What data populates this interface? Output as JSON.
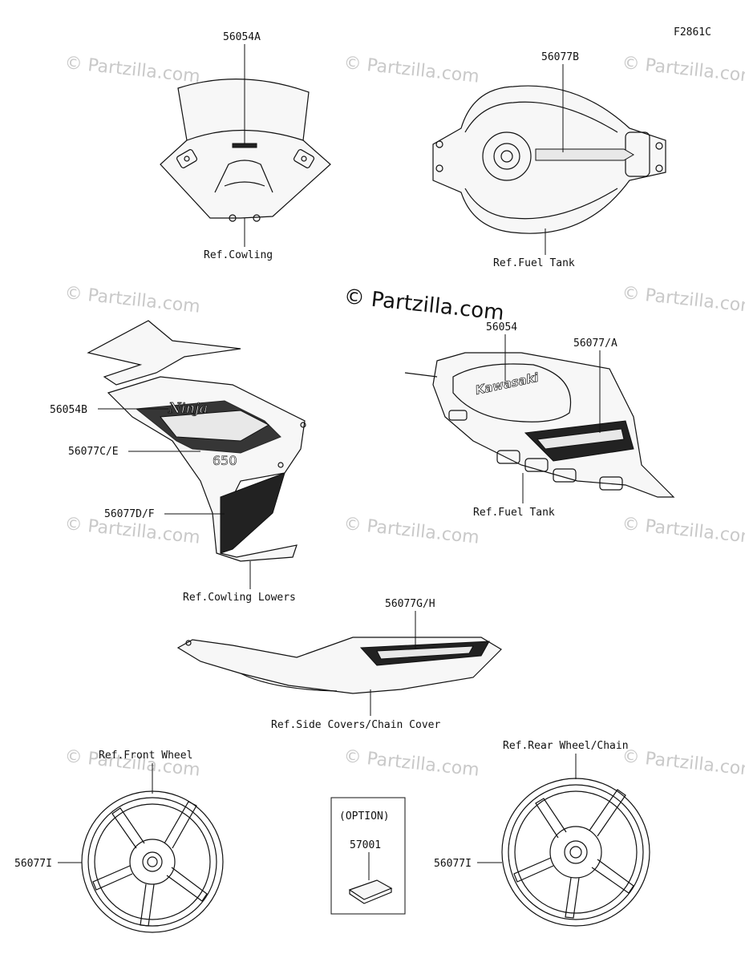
{
  "figure_code": "F2861C",
  "watermark": {
    "small": "© Partzilla.com",
    "center": "© Partzilla.com"
  },
  "labels": {
    "p56054A": "56054A",
    "ref_cowling": "Ref.Cowling",
    "p56077B": "56077B",
    "ref_fuel_tank_top": "Ref.Fuel Tank",
    "p56054": "56054",
    "p56077A": "56077/A",
    "ref_fuel_tank_side": "Ref.Fuel Tank",
    "p56054B": "56054B",
    "p56077CE": "56077C/E",
    "p56077DF": "56077D/F",
    "ref_cowling_lowers": "Ref.Cowling Lowers",
    "p56077GH": "56077G/H",
    "ref_side_covers": "Ref.Side Covers/Chain Cover",
    "ref_front_wheel": "Ref.Front Wheel",
    "p56077I_front": "56077I",
    "option": "(OPTION)",
    "p57001": "57001",
    "ref_rear_wheel": "Ref.Rear Wheel/Chain",
    "p56077I_rear": "56077I"
  },
  "decal_text": {
    "kawasaki_tank": "Kawasaki",
    "ninja": "Ninja",
    "model_650": "650"
  }
}
